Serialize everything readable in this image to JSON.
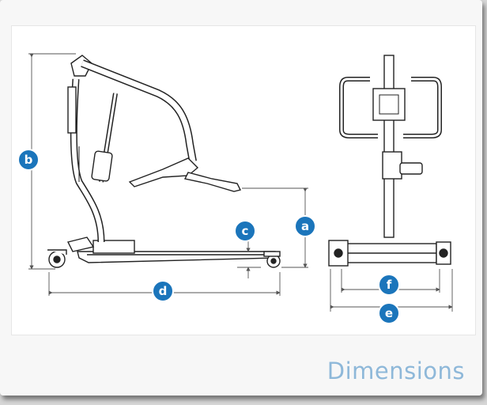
{
  "caption": "Dimensions",
  "colors": {
    "badge": "#1b75bb",
    "caption": "#8eb8d9",
    "line": "#222222",
    "dim_line": "#555555"
  },
  "badges": {
    "a": "a",
    "b": "b",
    "c": "c",
    "d": "d",
    "e": "e",
    "f": "f"
  }
}
